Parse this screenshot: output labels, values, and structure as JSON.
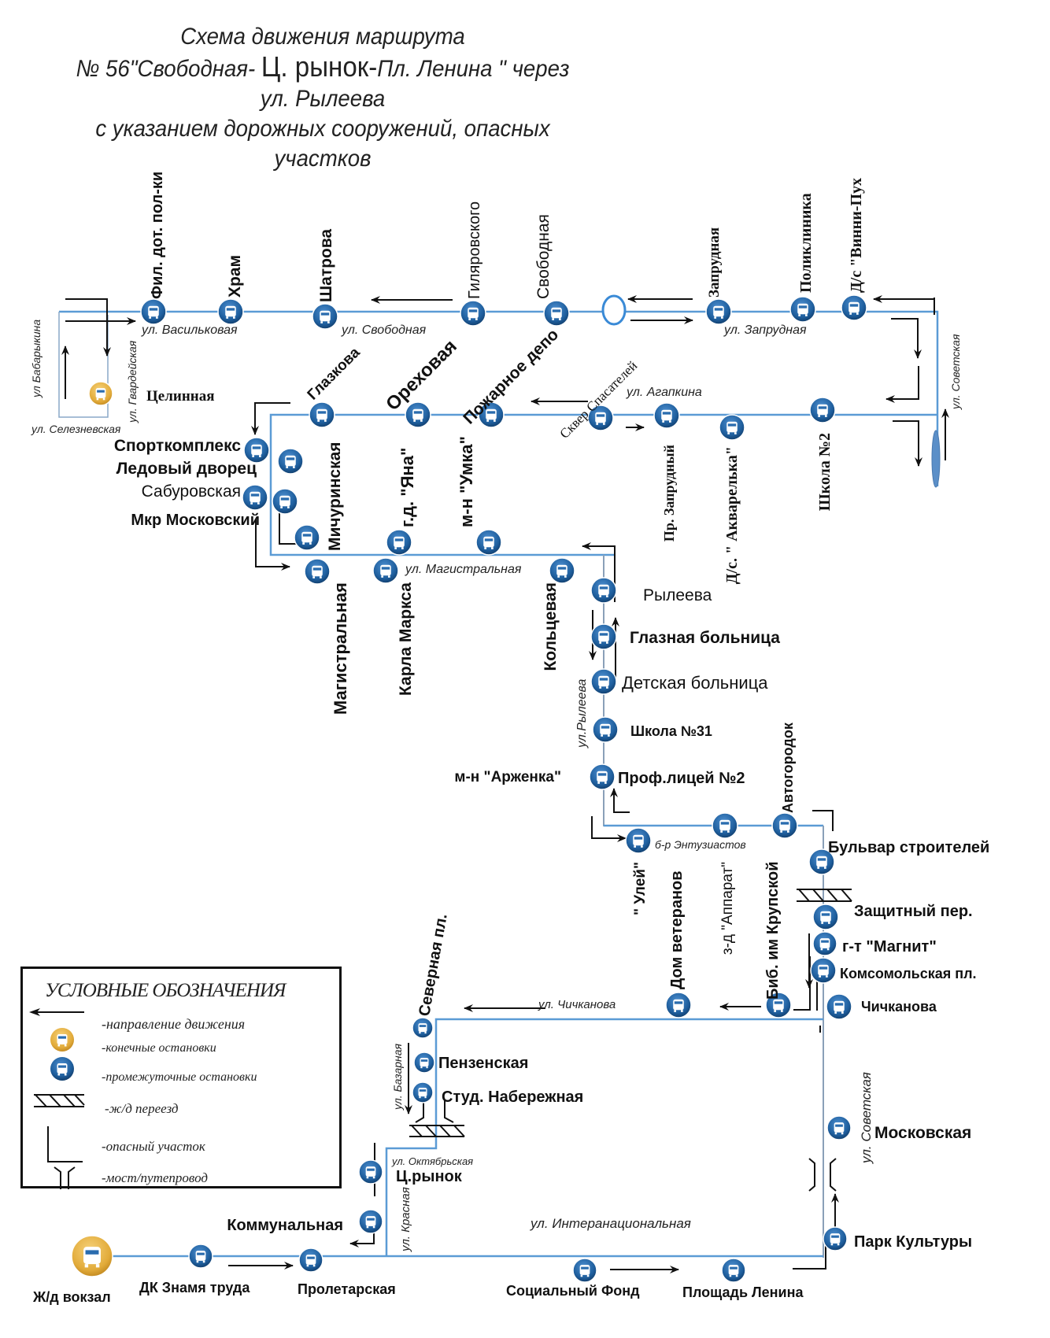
{
  "title": {
    "line1": "Схема движения маршрута",
    "line2_pre": "№ 56\"Свободная- ",
    "line2_big": "Ц. рынок-",
    "line2_post": "Пл. Ленина \" через",
    "line3": "ул. Рылеева",
    "line4": "с указанием дорожных сооружений, опасных",
    "line5": "участков"
  },
  "colors": {
    "route_line": "#5b9bd5",
    "stop_blue": "#1f5f9e",
    "stop_terminal": "#e8b84a",
    "arrow": "#111111"
  },
  "streets": [
    {
      "id": "vasilkovaya",
      "label": "ул. Васильковая"
    },
    {
      "id": "svobodnaya",
      "label": "ул. Свободная"
    },
    {
      "id": "zaprudnaya",
      "label": "ул. Запрудная"
    },
    {
      "id": "sovetskaya_top",
      "label": "ул. Советская"
    },
    {
      "id": "agapkina",
      "label": "ул. Агапкина"
    },
    {
      "id": "babarykina",
      "label": "ул Бабарыкина"
    },
    {
      "id": "gvardeyskaya",
      "label": "ул. Гвардейская"
    },
    {
      "id": "seleznevskaya",
      "label": "ул. Селезневская"
    },
    {
      "id": "magistralnaya",
      "label": "ул. Магистральная"
    },
    {
      "id": "ryleeva",
      "label": "ул.Рылеева"
    },
    {
      "id": "entuziastov",
      "label": "б-р Энтузиастов"
    },
    {
      "id": "chichkanova",
      "label": "ул. Чичканова"
    },
    {
      "id": "bazarnaya",
      "label": "ул. Базарная"
    },
    {
      "id": "oktyabrskaya",
      "label": "ул. Октябрьская"
    },
    {
      "id": "krasnaya",
      "label": "ул. Красная"
    },
    {
      "id": "sovetskaya_bottom",
      "label": "ул. Советская"
    },
    {
      "id": "internatsionalnaya",
      "label": "ул. Интеранациональная"
    }
  ],
  "stops": [
    {
      "id": "fil",
      "label": "Фил. дот. пол-ки",
      "type": "intermediate"
    },
    {
      "id": "hram",
      "label": "Храм",
      "type": "intermediate"
    },
    {
      "id": "shatrova",
      "label": "Шатрова",
      "type": "intermediate"
    },
    {
      "id": "gilyarovskogo",
      "label": "Гиляровского",
      "type": "intermediate"
    },
    {
      "id": "svobodnaya",
      "label": "Свободная",
      "type": "intermediate"
    },
    {
      "id": "zaprudnaya",
      "label": "Запрудная",
      "type": "intermediate"
    },
    {
      "id": "poliklinika",
      "label": "Поликлиника",
      "type": "intermediate"
    },
    {
      "id": "vinni",
      "label": "Д/с \"Винни-Пух",
      "type": "intermediate"
    },
    {
      "id": "tselinnaya",
      "label": "Целинная",
      "type": "terminal"
    },
    {
      "id": "glazkova",
      "label": "Глазкова",
      "type": "intermediate"
    },
    {
      "id": "orehovaya",
      "label": "Ореховая",
      "type": "intermediate"
    },
    {
      "id": "pozharnoe",
      "label": "Пожарное депо",
      "type": "intermediate"
    },
    {
      "id": "skver",
      "label": "Сквер Спасателей",
      "type": "intermediate"
    },
    {
      "id": "pr_zaprud",
      "label": "Пр. Запрудный",
      "type": "intermediate"
    },
    {
      "id": "akvarelka",
      "label": "Д/с. \" Акварелька\"",
      "type": "intermediate"
    },
    {
      "id": "shkola2",
      "label": "Школа №2",
      "type": "intermediate"
    },
    {
      "id": "sportkompleks",
      "label": "Спорткомплекс",
      "type": "intermediate"
    },
    {
      "id": "ledovy",
      "label": "Ледовый дворец",
      "type": "intermediate"
    },
    {
      "id": "saburovskaya",
      "label": "Сабуровская",
      "type": "intermediate"
    },
    {
      "id": "saburovskaya2",
      "label": "",
      "type": "intermediate"
    },
    {
      "id": "mkr_moskovsky",
      "label": "Мкр Московский",
      "type": "label"
    },
    {
      "id": "michurinskaya",
      "label": "Мичуринская",
      "type": "intermediate"
    },
    {
      "id": "magistralnaya",
      "label": "Магистральная",
      "type": "intermediate"
    },
    {
      "id": "karla_marksa",
      "label": "Карла Маркса",
      "type": "intermediate"
    },
    {
      "id": "yana",
      "label": "г.д. \"Яна\"",
      "type": "intermediate"
    },
    {
      "id": "umka",
      "label": "м-н \"Умка\"",
      "type": "intermediate"
    },
    {
      "id": "koltsevaya",
      "label": "Кольцевая",
      "type": "intermediate"
    },
    {
      "id": "ryleeva",
      "label": "Рылеева",
      "type": "intermediate"
    },
    {
      "id": "glaznaya",
      "label": "Глазная больница",
      "type": "intermediate"
    },
    {
      "id": "detskaya",
      "label": "Детская больница",
      "type": "intermediate"
    },
    {
      "id": "shkola31",
      "label": "Школа №31",
      "type": "intermediate"
    },
    {
      "id": "arzhenka",
      "label": "м-н \"Арженка\"",
      "type": "label"
    },
    {
      "id": "proflitsey",
      "label": "Проф.лицей №2",
      "type": "intermediate"
    },
    {
      "id": "uley",
      "label": "\" Улей\"",
      "type": "intermediate"
    },
    {
      "id": "apparat",
      "label": "з-д \"Аппарат\"",
      "type": "intermediate"
    },
    {
      "id": "avtogorodok",
      "label": "Автогородок",
      "type": "intermediate"
    },
    {
      "id": "bulvar",
      "label": "Бульвар строителей",
      "type": "intermediate"
    },
    {
      "id": "zashchitny",
      "label": "Защитный пер.",
      "type": "intermediate"
    },
    {
      "id": "magnit",
      "label": "г-т \"Магнит\"",
      "type": "intermediate"
    },
    {
      "id": "komsomolskaya",
      "label": "Комсомольская пл.",
      "type": "intermediate"
    },
    {
      "id": "chichkanova",
      "label": "Чичканова",
      "type": "intermediate"
    },
    {
      "id": "dom_veteranov",
      "label": "Дом ветеранов",
      "type": "intermediate"
    },
    {
      "id": "bib_krupskoy",
      "label": "Биб. им Крупской",
      "type": "intermediate"
    },
    {
      "id": "severnaya",
      "label": "Северная пл.",
      "type": "intermediate"
    },
    {
      "id": "penzenskaya",
      "label": "Пензенская",
      "type": "intermediate"
    },
    {
      "id": "stud_nab",
      "label": "Студ. Набережная",
      "type": "intermediate"
    },
    {
      "id": "ts_rynok",
      "label": "Ц.рынок",
      "type": "intermediate"
    },
    {
      "id": "kommunalnaya",
      "label": "Коммунальная",
      "type": "intermediate"
    },
    {
      "id": "zhd_vokzal",
      "label": "Ж/д вокзал",
      "type": "terminal"
    },
    {
      "id": "dk_znamya",
      "label": "ДК Знамя труда",
      "type": "intermediate"
    },
    {
      "id": "proletarskaya",
      "label": "Пролетарская",
      "type": "intermediate"
    },
    {
      "id": "sots_fond",
      "label": "Социальный Фонд",
      "type": "intermediate"
    },
    {
      "id": "pl_lenina",
      "label": "Площадь Ленина",
      "type": "intermediate"
    },
    {
      "id": "park_kultury",
      "label": "Парк Культуры",
      "type": "intermediate"
    },
    {
      "id": "moskovskaya",
      "label": "Московская",
      "type": "intermediate"
    }
  ],
  "legend": {
    "title": "УСЛОВНЫЕ ОБОЗНАЧЕНИЯ",
    "items": [
      {
        "icon": "direction-arrow-icon",
        "label": "-направление движения"
      },
      {
        "icon": "terminal-stop-icon",
        "label": "-конечные остановки"
      },
      {
        "icon": "intermediate-stop-icon",
        "label": "-промежуточные остановки"
      },
      {
        "icon": "railway-crossing-icon",
        "label": "-ж/д переезд"
      },
      {
        "icon": "dangerous-section-icon",
        "label": "-опасный участок"
      },
      {
        "icon": "bridge-icon",
        "label": "-мост/путепровод"
      }
    ]
  }
}
